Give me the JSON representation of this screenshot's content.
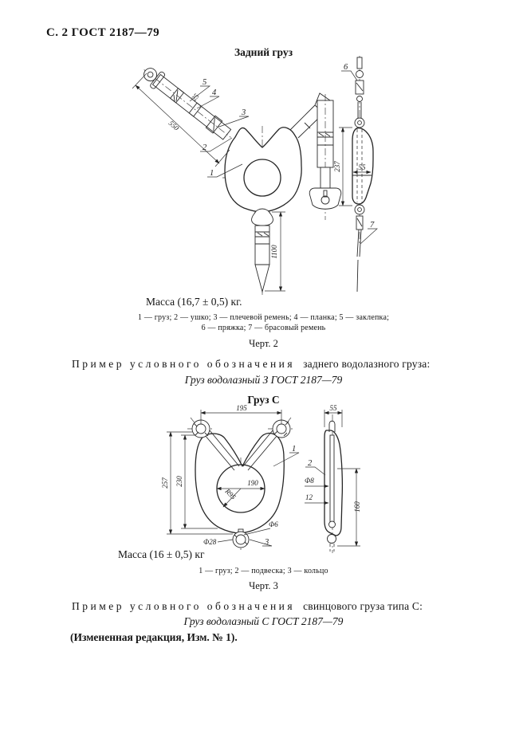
{
  "page": {
    "header": "С. 2 ГОСТ 2187—79"
  },
  "fig2": {
    "title": "Задний груз",
    "mass": "Масса (16,7 ± 0,5) кг.",
    "legend1": "1 — груз; 2 — ушко; 3 — плечевой ремень; 4 — планка; 5 — заклепка;",
    "legend2": "6 — пряжка; 7 — брасовый ремень",
    "caption": "Черт. 2",
    "c1": "1",
    "c2": "2",
    "c3": "3",
    "c4": "4",
    "c5": "5",
    "c6": "6",
    "c7": "7",
    "d550": "550",
    "d25": "25",
    "d1100": "1100",
    "d237": "237",
    "d55": "55"
  },
  "ex2": {
    "lead": "Пример условного обозначения",
    "tail": "заднего водолазного груза:",
    "designation": "Груз водолазный З ГОСТ 2187—79"
  },
  "fig3": {
    "title": "Груз С",
    "mass": "Масса (16 ± 0,5) кг",
    "legend": "1 — груз; 2 — подвеска; 3 — кольцо",
    "caption": "Черт. 3",
    "c1": "1",
    "c2": "2",
    "c3": "3",
    "d195": "195",
    "d257": "257",
    "d230": "230",
    "d190": "190",
    "r95": "R95",
    "d28": "Ф28",
    "d6": "Ф6",
    "d55": "55",
    "d8": "Ф8",
    "d12": "12",
    "d160": "160"
  },
  "ex3": {
    "lead": "Пример условного обозначения",
    "tail": "свинцового груза типа С:",
    "designation": "Груз водолазный С ГОСТ 2187—79"
  },
  "amendment": "(Измененная редакция, Изм. № 1)."
}
